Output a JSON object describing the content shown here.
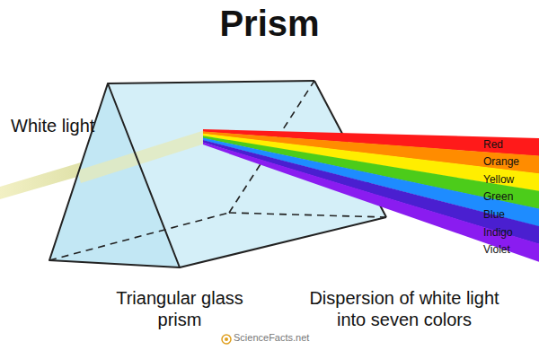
{
  "diagram": {
    "title": "Prism",
    "labels": [
      "White light",
      "Red",
      "Orange",
      "Yellow",
      "Green",
      "Blue",
      "Indigo",
      "Violet",
      "Triangular glass prism",
      "Dispersion of white light into seven colors",
      "ScienceFacts.net"
    ]
  }
}
